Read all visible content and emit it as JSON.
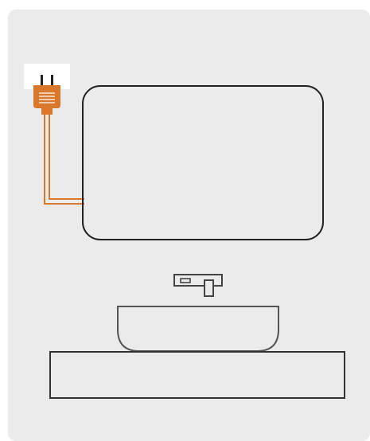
{
  "diagram": {
    "colors": {
      "background": "#ffffff",
      "panel": "#ebebeb",
      "outline_dark": "#222222",
      "outline_mid": "#555555",
      "plug_orange": "#d9772a",
      "plug_ribs": "#ffffff",
      "plug_backdrop": "#ffffff"
    },
    "icons": {
      "plug": "power-plug-icon",
      "cord": "power-cord",
      "panel": "rounded-panel",
      "switch": "switch-bracket-icon",
      "basin": "basin-bowl",
      "counter": "counter-slab"
    }
  }
}
